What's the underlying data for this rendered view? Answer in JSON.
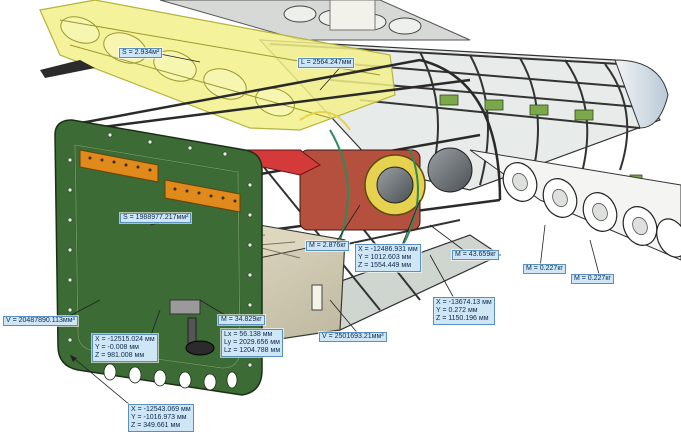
{
  "annotations": {
    "wing_area": "S = 2.934м²",
    "wing_length": "L = 2564.247мм",
    "panel_area": "S = 1988977.217мм²",
    "mass_engine": "M = 2.876кг",
    "point_engine": {
      "x": "X = -12486.931 мм",
      "y": "Y = 1012.603 мм",
      "z": "Z = 1554.449 мм"
    },
    "mass_frame": "M = 43.659кг",
    "point_frame": {
      "x": "X = -13674.13 мм",
      "y": "Y = 0.272 мм",
      "z": "Z = 1150.196 мм"
    },
    "mass_rib_left": "M = 0.227кг",
    "mass_rib_right": "M = 0.227кг",
    "tank_volume": "V = 2501693.21мм³",
    "mass_gear": "M = 34.829кг",
    "box_size": {
      "lx": "Lx = 56.138 мм",
      "ly": "Ly = 2029.656 мм",
      "lz": "Lz = 1204.788 мм"
    },
    "point_bottom": {
      "x": "X = -12515.024 мм",
      "y": "Y = -0.008 мм",
      "z": "Z = 981.008 мм"
    },
    "body_volume": "V = 20487890.113мм³",
    "point_origin": {
      "x": "X = -12543.069 мм",
      "y": "Y = -1016.973 мм",
      "z": "Z = 349.661 мм"
    }
  }
}
